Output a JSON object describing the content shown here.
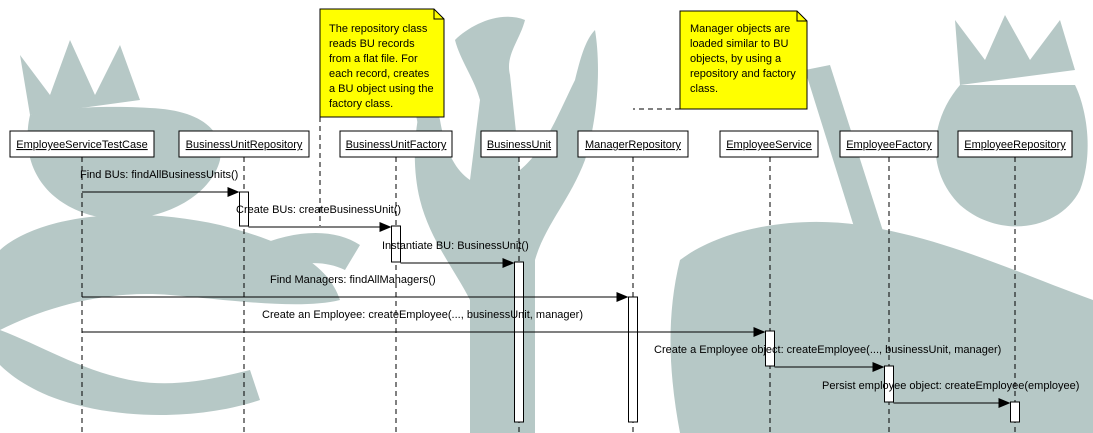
{
  "diagram": {
    "participants": [
      {
        "id": "test",
        "name": "EmployeeServiceTestCase"
      },
      {
        "id": "bur",
        "name": "BusinessUnitRepository"
      },
      {
        "id": "buf",
        "name": "BusinessUnitFactory"
      },
      {
        "id": "bu",
        "name": "BusinessUnit"
      },
      {
        "id": "mr",
        "name": "ManagerRepository"
      },
      {
        "id": "es",
        "name": "EmployeeService"
      },
      {
        "id": "ef",
        "name": "EmployeeFactory"
      },
      {
        "id": "er",
        "name": "EmployeeRepository"
      }
    ],
    "messages": [
      {
        "from": "test",
        "to": "bur",
        "label": "Find BUs: findAllBusinessUnits()"
      },
      {
        "from": "bur",
        "to": "buf",
        "label": "Create BUs: createBusinessUnit()"
      },
      {
        "from": "buf",
        "to": "bu",
        "label": "Instantiate BU: BusinessUnit()"
      },
      {
        "from": "test",
        "to": "mr",
        "label": "Find Managers: findAllManagers()"
      },
      {
        "from": "test",
        "to": "es",
        "label": "Create an Employee: createEmployee(..., businessUnit, manager)"
      },
      {
        "from": "es",
        "to": "ef",
        "label": "Create a Employee object: createEmployee(..., businessUnit, manager)"
      },
      {
        "from": "ef",
        "to": "er",
        "label": "Persist employee object: createEmployee(employee)"
      }
    ],
    "notes": [
      {
        "attached_to": "buf",
        "lines": [
          "The repository class",
          "reads BU records",
          "from a flat file. For",
          "each record, creates",
          "a BU object using the",
          "factory class."
        ]
      },
      {
        "attached_to": "mr",
        "lines": [
          "Manager objects are",
          "loaded similar to BU",
          "objects, by using a",
          "repository and factory",
          "class."
        ]
      }
    ]
  },
  "colors": {
    "note_fill": "#ffff00",
    "watermark": "#b6c8c6",
    "line": "#000000"
  }
}
